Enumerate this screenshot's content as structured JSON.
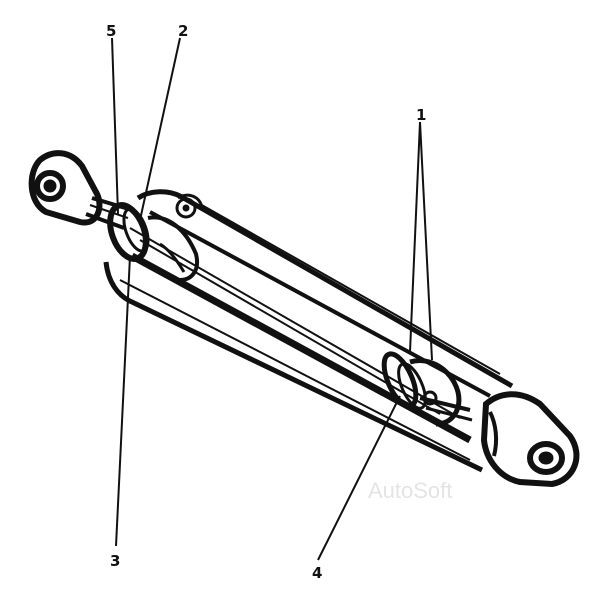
{
  "diagram": {
    "callouts": [
      {
        "id": "1",
        "label": "1"
      },
      {
        "id": "2",
        "label": "2"
      },
      {
        "id": "3",
        "label": "3"
      },
      {
        "id": "4",
        "label": "4"
      },
      {
        "id": "5",
        "label": "5"
      }
    ],
    "watermark": "AutoSoft"
  },
  "colors": {
    "ink": "#111111",
    "background": "#ffffff",
    "watermark": "#e4e4e4"
  }
}
